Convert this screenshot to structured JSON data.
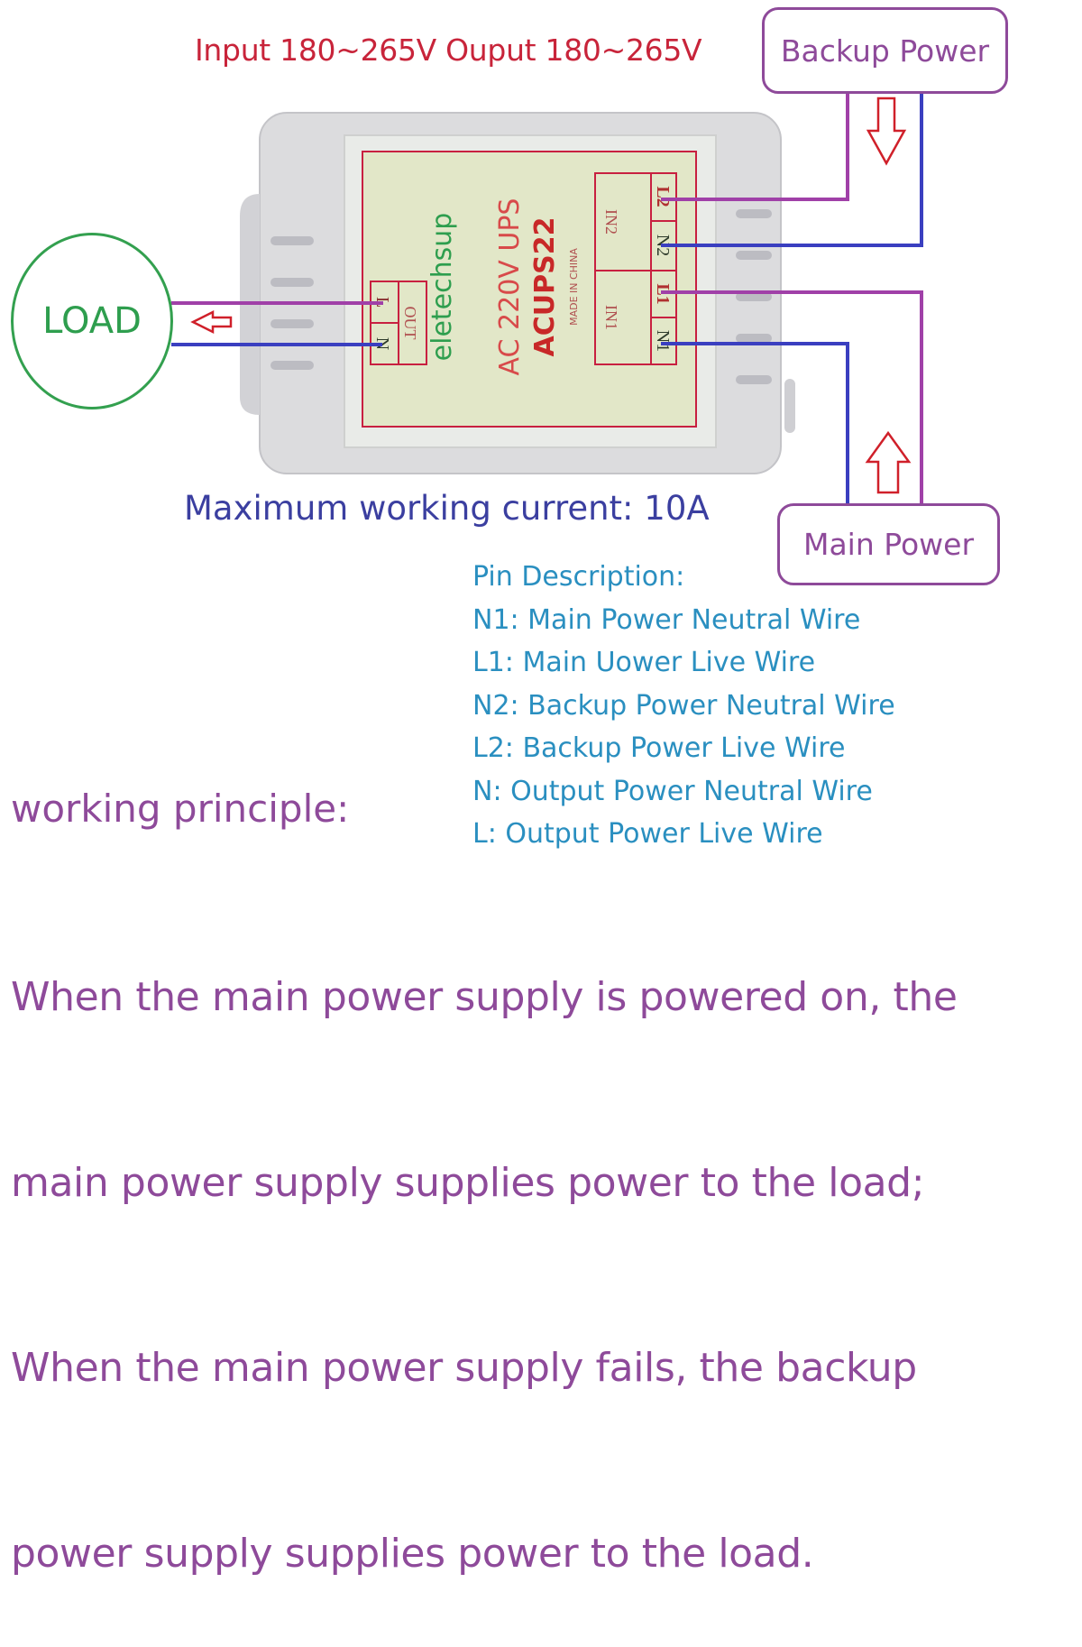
{
  "header": {
    "io_spec": "Input 180~265V Ouput 180~265V"
  },
  "sources": {
    "backup": {
      "label": "Backup Power"
    },
    "main": {
      "label": "Main Power"
    }
  },
  "load": {
    "label": "LOAD"
  },
  "device": {
    "brand": "eletechsup",
    "model_line": "AC 220V UPS",
    "model": "ACUPS22",
    "origin": "MADE IN CHINA",
    "output_block": {
      "title": "OUT",
      "pins": [
        "L",
        "N"
      ]
    },
    "input_blocks": [
      {
        "title": "IN2",
        "pins": [
          "L2",
          "N2"
        ]
      },
      {
        "title": "IN1",
        "pins": [
          "L1",
          "N1"
        ]
      }
    ]
  },
  "spec": {
    "max_current": "Maximum working current: 10A"
  },
  "pin_description": {
    "title": "Pin Description:",
    "items": [
      "N1: Main Power Neutral Wire",
      "L1: Main Uower Live Wire",
      "N2: Backup Power Neutral Wire",
      "L2: Backup Power Live Wire",
      "N: Output Power Neutral Wire",
      "L:  Output Power Live Wire"
    ]
  },
  "working_principle": {
    "title": "working principle:",
    "lines": [
      "When the main power supply is powered on, the",
      "main power supply supplies power to the load;",
      "When the main power supply fails, the backup",
      "power supply supplies power to the load."
    ]
  },
  "colors": {
    "live_wire": "#a040a8",
    "neutral_wire": "#3a3fc0",
    "arrow": "#d0202a",
    "label_red": "#c8243a",
    "label_green": "#2e9e4e",
    "pin_text": "#2a8fc0",
    "principle_text": "#8e4a9a"
  }
}
